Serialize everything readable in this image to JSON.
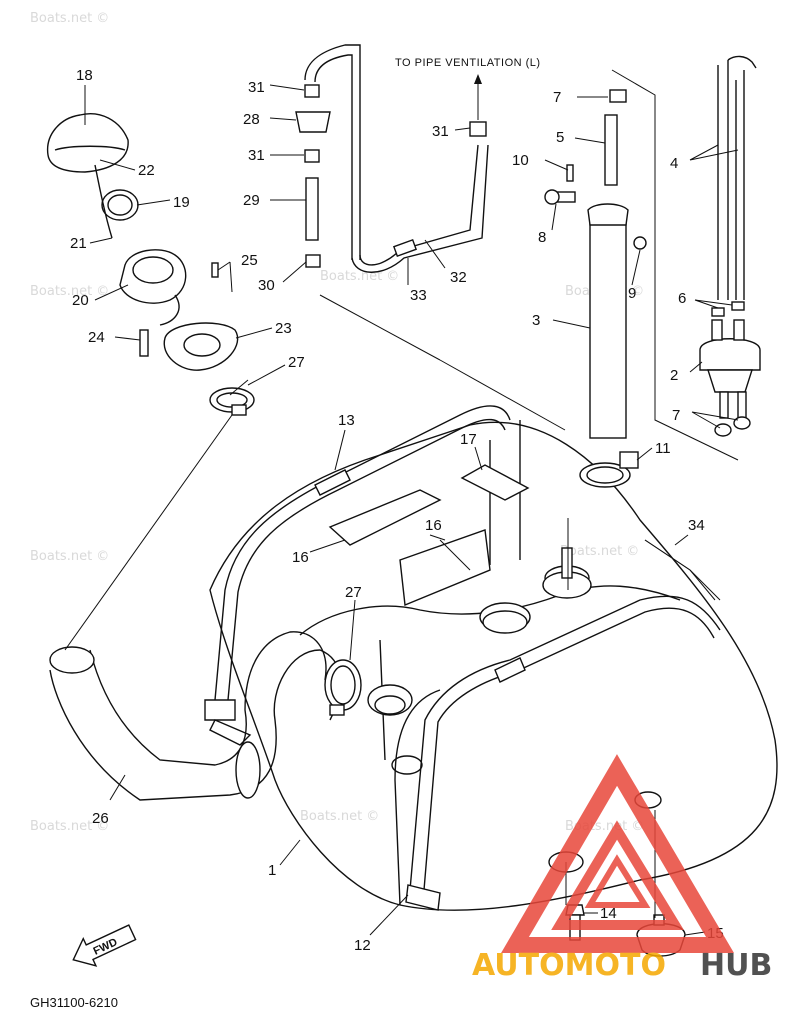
{
  "diagram": {
    "code": "GH31100-6210",
    "note_top": "TO PIPE VENTILATION (L)",
    "fwd_label": "FWD",
    "watermark": "Boats.net ©",
    "brand": {
      "part1": "AUTOMOTO",
      "part2": "HUB",
      "color_red": "#e8473a",
      "color_orange": "#f5a800",
      "color_dark": "#333333"
    },
    "callouts": {
      "c1": "1",
      "c2": "2",
      "c3": "3",
      "c4": "4",
      "c5": "5",
      "c6": "6",
      "c7a": "7",
      "c7b": "7",
      "c8": "8",
      "c9": "9",
      "c10": "10",
      "c11": "11",
      "c12": "12",
      "c13": "13",
      "c14": "14",
      "c15": "15",
      "c16a": "16",
      "c16b": "16",
      "c17": "17",
      "c18": "18",
      "c19": "19",
      "c20": "20",
      "c21": "21",
      "c22": "22",
      "c23": "23",
      "c24": "24",
      "c25": "25",
      "c26": "26",
      "c27a": "27",
      "c27b": "27",
      "c28": "28",
      "c29": "29",
      "c30": "30",
      "c31a": "31",
      "c31b": "31",
      "c31c": "31",
      "c32": "32",
      "c33": "33",
      "c34": "34"
    }
  }
}
